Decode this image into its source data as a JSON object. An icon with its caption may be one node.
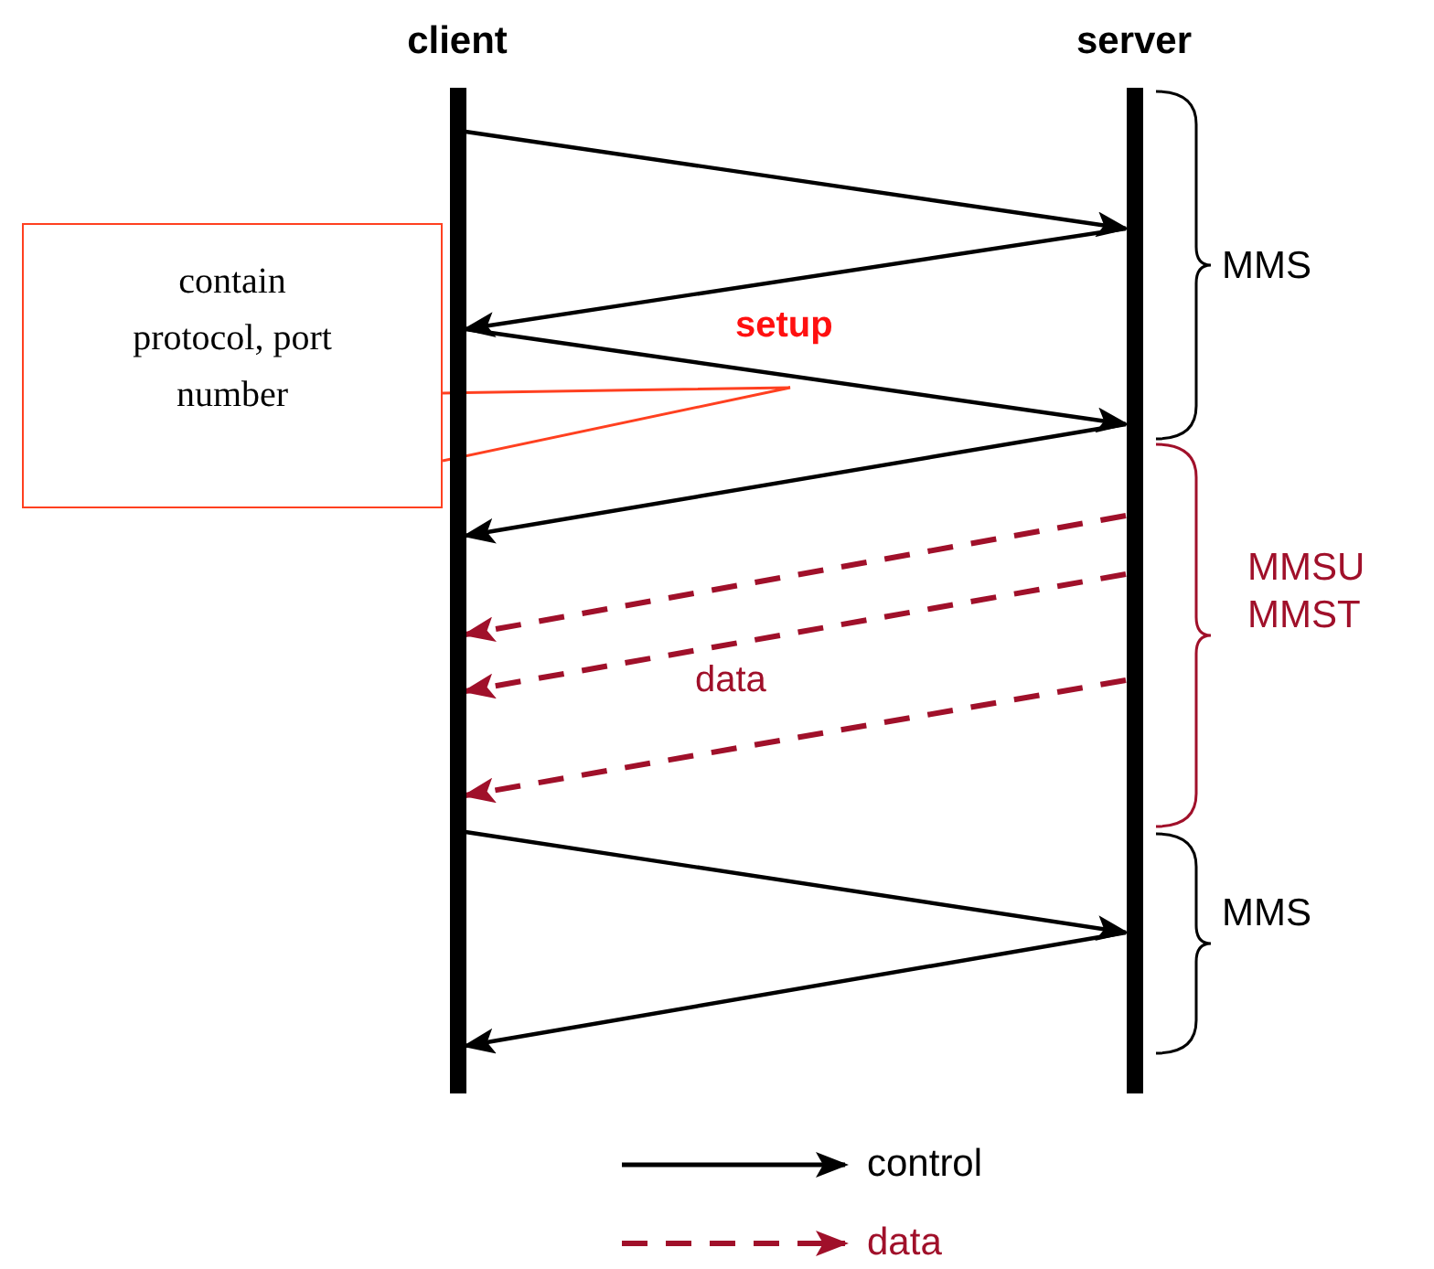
{
  "diagram": {
    "nodes": [
      {
        "text": [
          "client"
        ]
      },
      {
        "text": [
          "server"
        ]
      },
      {
        "text": [
          "contain protocol, port number"
        ]
      }
    ],
    "edges": [
      {
        "from": 0,
        "to": 1,
        "arrow": "to"
      },
      {
        "from": 1,
        "to": 0,
        "arrow": "to"
      },
      {
        "from": 0,
        "to": 1,
        "arrow": "to",
        "label": "setup"
      },
      {
        "from": 1,
        "to": 0,
        "arrow": "to"
      },
      {
        "from": 1,
        "to": 0,
        "arrow": "to",
        "style": "dashed",
        "color": "#a0102a"
      },
      {
        "from": 1,
        "to": 0,
        "arrow": "to",
        "style": "dashed",
        "color": "#a0102a",
        "label": "data"
      },
      {
        "from": 1,
        "to": 0,
        "arrow": "to",
        "style": "dashed",
        "color": "#a0102a"
      },
      {
        "from": 0,
        "to": 1,
        "arrow": "to"
      },
      {
        "from": 1,
        "to": 0,
        "arrow": "to"
      },
      {
        "from": 2,
        "to": null,
        "arrow": "none",
        "color": "#ff4020"
      }
    ],
    "labels": [
      "MMS",
      "MMSU",
      "MMST",
      "MMS"
    ],
    "legend": [
      {
        "text": "control"
      },
      {
        "text": "data"
      }
    ]
  }
}
